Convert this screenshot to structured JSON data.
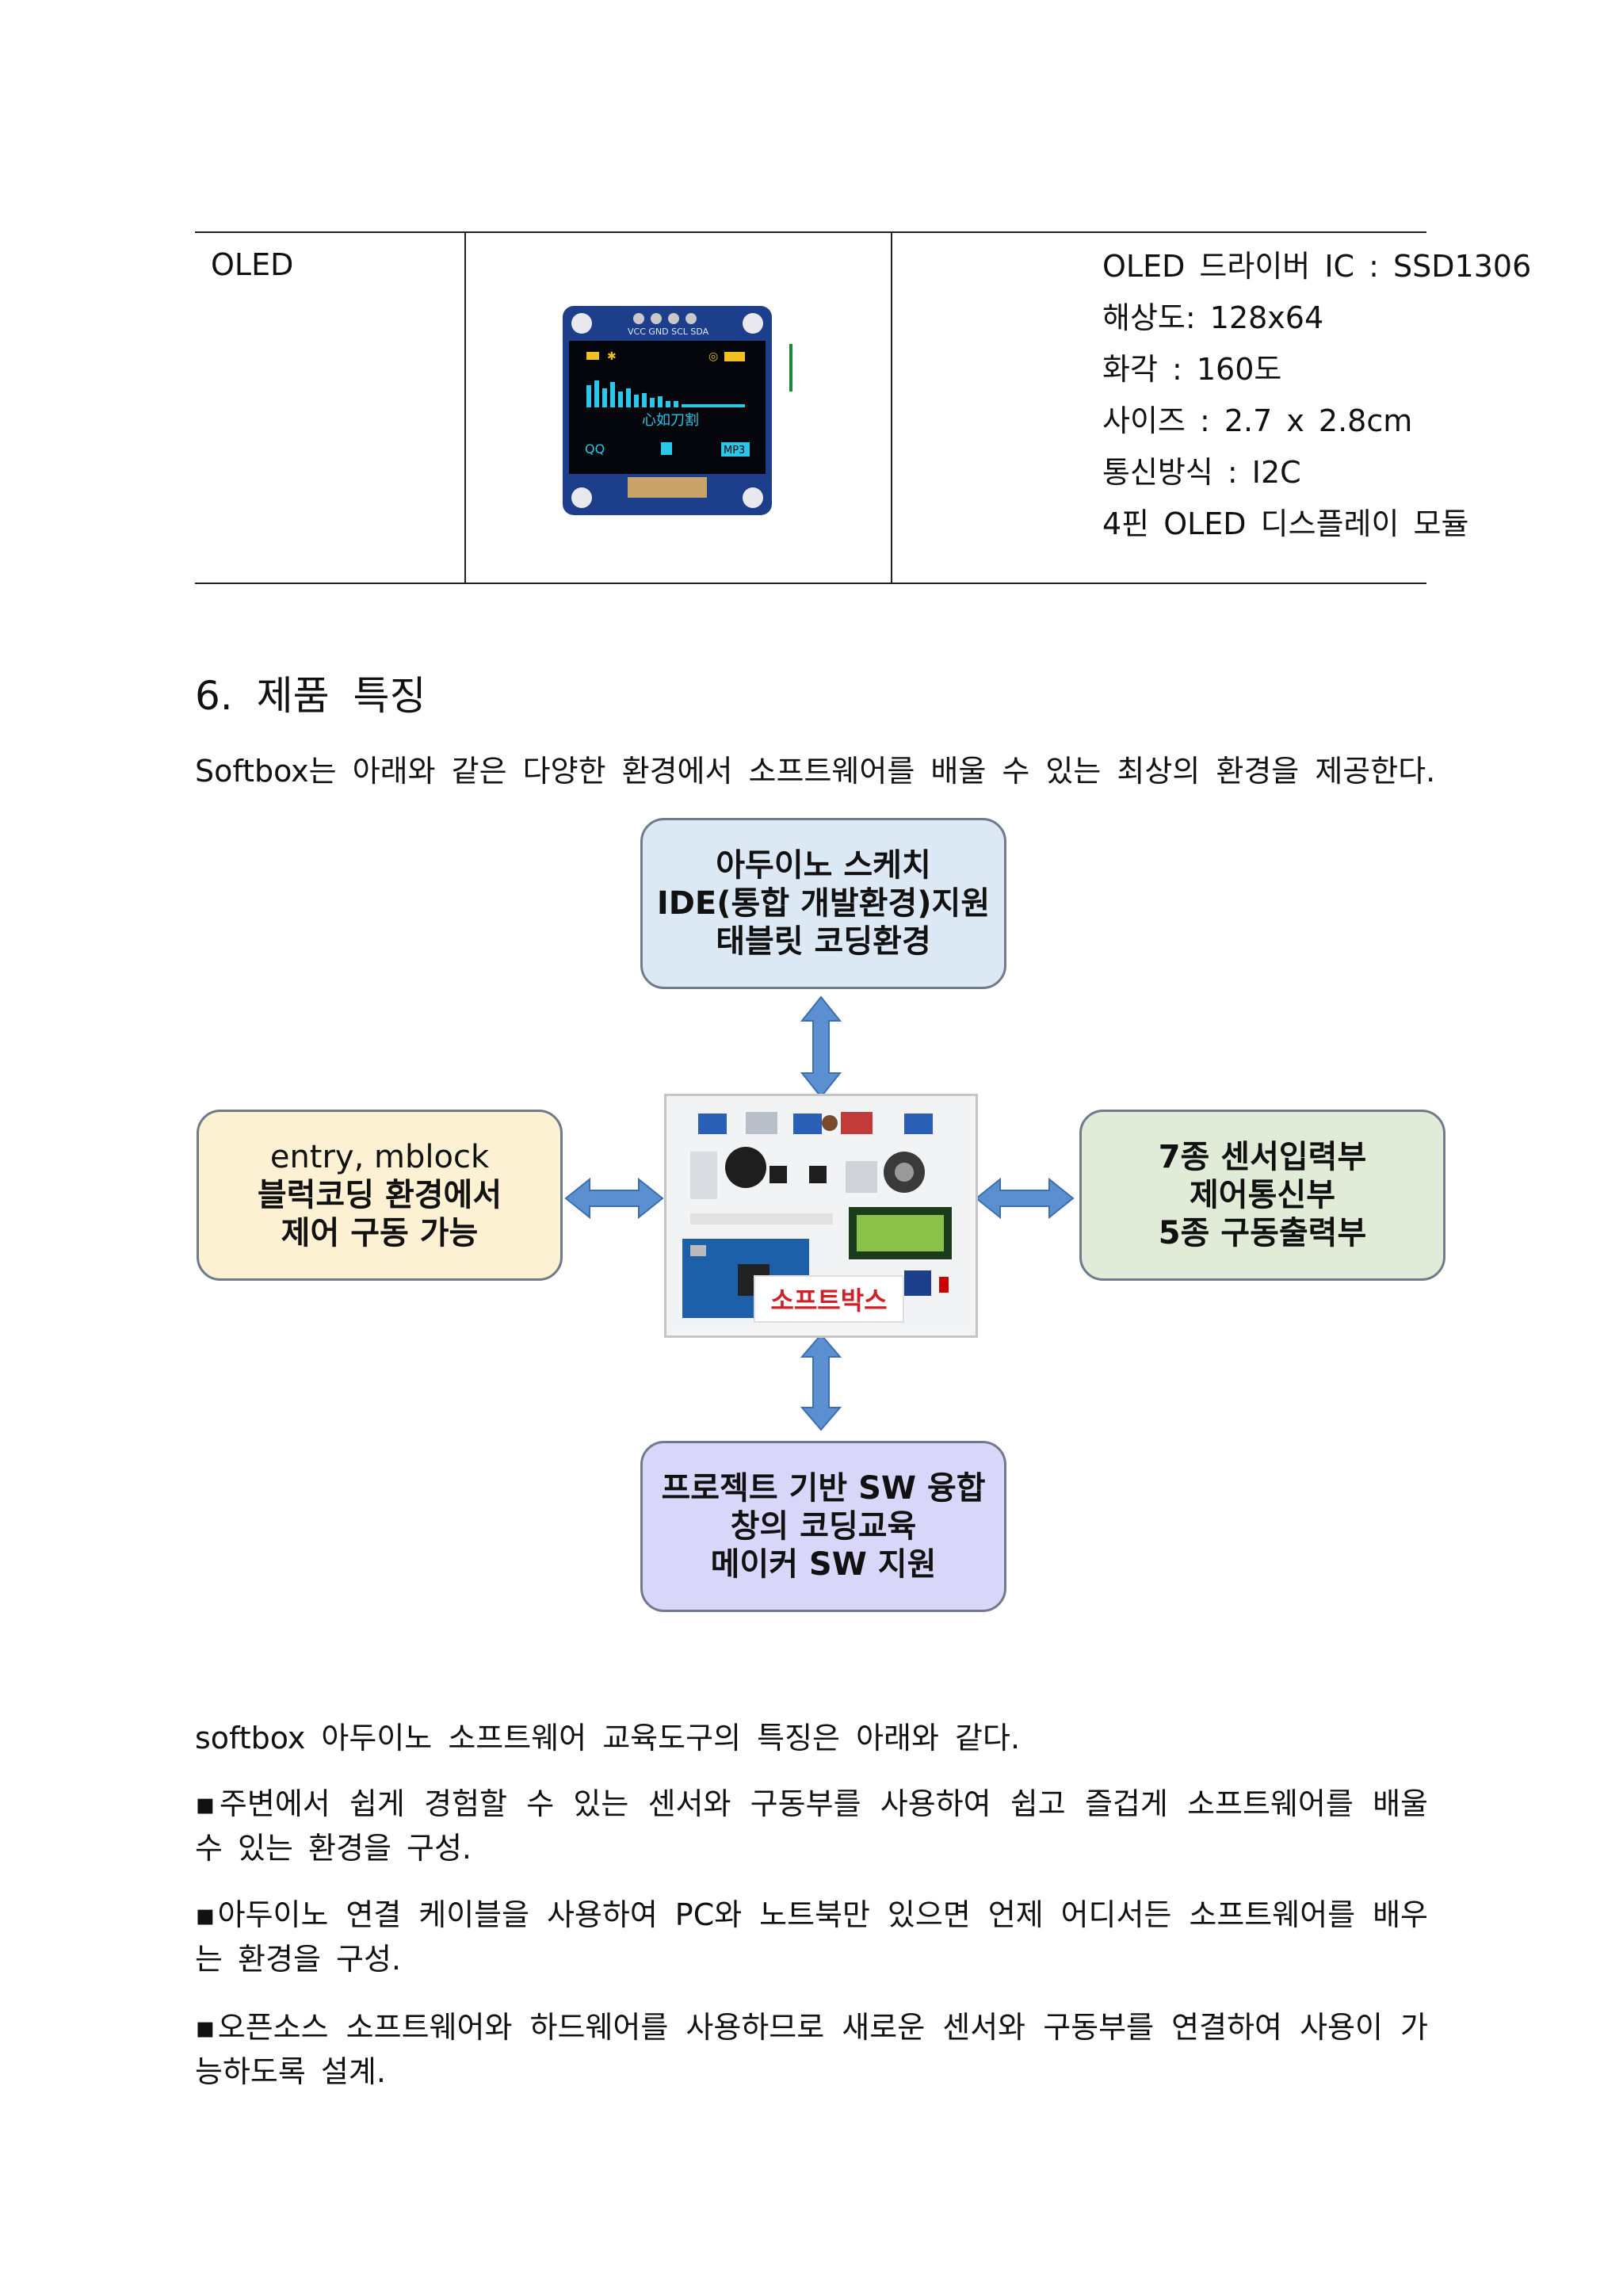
{
  "table": {
    "name": "OLED",
    "specs": [
      "OLED 드라이버 IC : SSD1306",
      "해상도: 128x64",
      "화각 : 160도",
      "사이즈 : 2.7 x 2.8cm",
      "통신방식 : I2C",
      "4핀 OLED 디스플레이 모듈"
    ],
    "module": {
      "pins": "VCC GND SCL SDA",
      "screen_text": "心如刀割",
      "screen_left": "QQ",
      "screen_right": "MP3"
    }
  },
  "section": {
    "heading": "6. 제품 특징",
    "intro": "Softbox는 아래와 같은 다양한 환경에서 소프트웨어를 배울 수 있는 최상의 환경을 제공한다."
  },
  "diagram": {
    "top": [
      "아두이노 스케치",
      "IDE(통합 개발환경)지원",
      "태블릿 코딩환경"
    ],
    "left": [
      "entry, mblock",
      "블럭코딩 환경에서",
      "제어 구동 가능"
    ],
    "right": [
      "7종 센서입력부",
      "제어통신부",
      "5종 구동출력부"
    ],
    "bottom": [
      "프로젝트 기반 SW 융합",
      "창의 코딩교육",
      "메이커 SW 지원"
    ],
    "center_label": "소프트박스"
  },
  "features": {
    "intro": "softbox 아두이노 소프트웨어 교육도구의 특징은 아래와 같다.",
    "bullets": [
      {
        "line1": "▪주변에서 쉽게 경험할 수 있는 센서와 구동부를 사용하여 쉽고 즐겁게 소프트웨어를 배울",
        "line2": "수 있는 환경을 구성."
      },
      {
        "line1": "▪아두이노 연결 케이블을 사용하여 PC와 노트북만 있으면 언제 어디서든 소프트웨어를 배우",
        "line2": "는 환경을 구성."
      },
      {
        "line1": "▪오픈소스 소프트웨어와 하드웨어를 사용하므로 새로운 센서와 구동부를 연결하여 사용이 가",
        "line2": "능하도록 설계."
      }
    ]
  },
  "colors": {
    "box_top": "#dde8f5",
    "box_left": "#fcf1d3",
    "box_right": "#e1ecd8",
    "box_bottom": "#d9d7f9",
    "arrow": "#5b8fd0",
    "label_red": "#d0202a"
  }
}
